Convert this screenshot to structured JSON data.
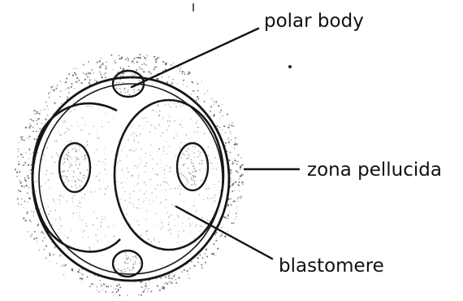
{
  "diagram": {
    "labels": {
      "polar_body": "polar body",
      "zona_pellucida": "zona pellucida",
      "blastomere": "blastomere"
    }
  },
  "colors": {
    "ink": "#111111",
    "stipple": "#4a4a4a",
    "background": "#ffffff"
  }
}
